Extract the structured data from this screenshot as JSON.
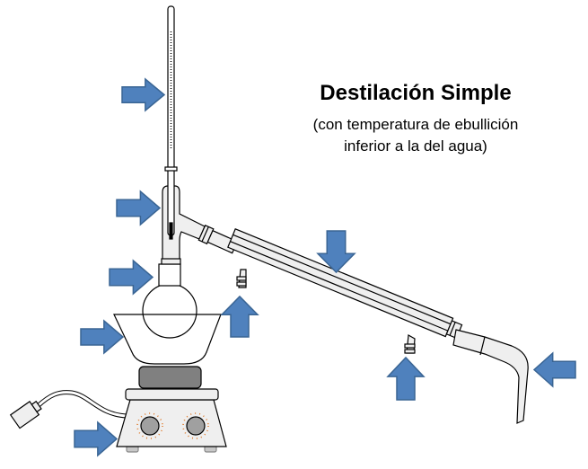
{
  "title": "Destilación Simple",
  "subtitle_line1": "(con temperatura de ebullición",
  "subtitle_line2": "inferior a la del agua)",
  "colors": {
    "arrow_fill": "#4f81bd",
    "arrow_stroke": "#3a6594",
    "glass": "#efefef",
    "pad": "#808080",
    "knob": "#a0a0a0"
  }
}
